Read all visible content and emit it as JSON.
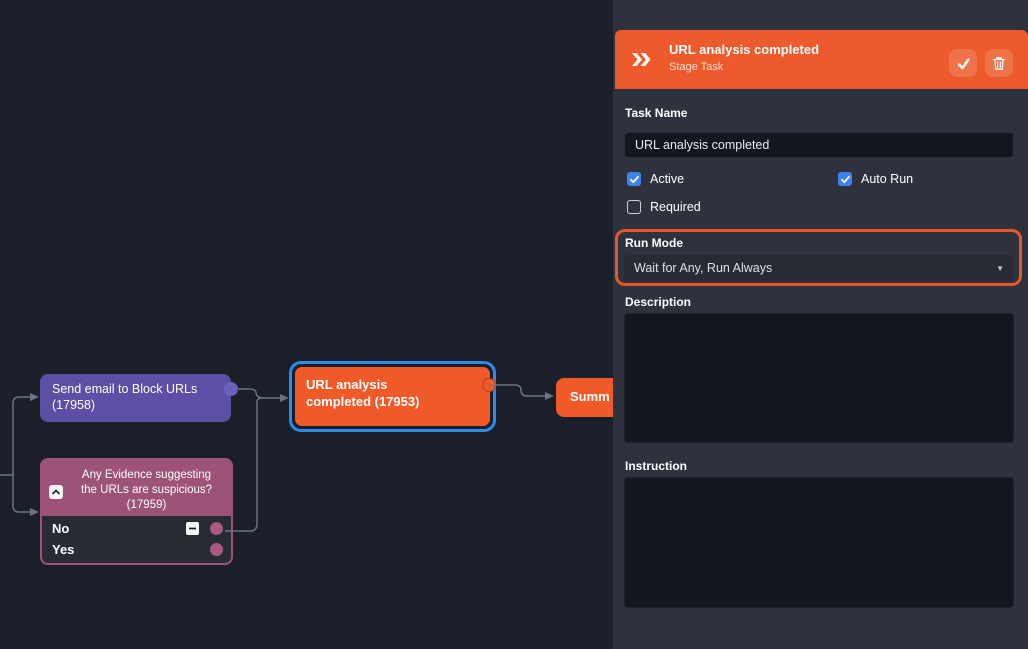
{
  "colors": {
    "canvas_bg": "#1b1f29",
    "panel_bg": "#2d323c",
    "accent_orange": "#ed5b2d",
    "selection_blue": "#2e8ce9",
    "node_purple": "#5b50a6",
    "node_maroon": "#9d5377",
    "checkbox_blue": "#3f82ee",
    "annotation_orange": "#e4582a",
    "edge_gray": "#6b7482"
  },
  "canvas": {
    "nodes": {
      "send_email": {
        "label": "Send email to Block URLs (17958)",
        "lines": [
          "Send email to Block URLs",
          "(17958)"
        ]
      },
      "question": {
        "label": "Any Evidence suggesting the URLs are suspicious? (17959)",
        "lines": [
          "Any Evidence suggesting",
          "the URLs are suspicious?",
          "(17959)"
        ],
        "options": [
          {
            "label": "No"
          },
          {
            "label": "Yes"
          }
        ]
      },
      "url_analysis": {
        "label": "URL analysis completed (17953)",
        "lines": [
          "URL analysis",
          "completed (17953)"
        ]
      },
      "summary": {
        "label": "Summ"
      }
    }
  },
  "panel": {
    "header": {
      "title": "URL analysis completed",
      "subtitle": "Stage Task"
    },
    "task_name": {
      "label": "Task Name",
      "value": "URL analysis completed"
    },
    "checkboxes": [
      {
        "label": "Active",
        "checked": true
      },
      {
        "label": "Auto Run",
        "checked": true
      },
      {
        "label": "Required",
        "checked": false
      }
    ],
    "run_mode": {
      "label": "Run Mode",
      "value": "Wait for Any, Run Always"
    },
    "description": {
      "label": "Description",
      "value": ""
    },
    "instruction": {
      "label": "Instruction",
      "value": ""
    }
  }
}
